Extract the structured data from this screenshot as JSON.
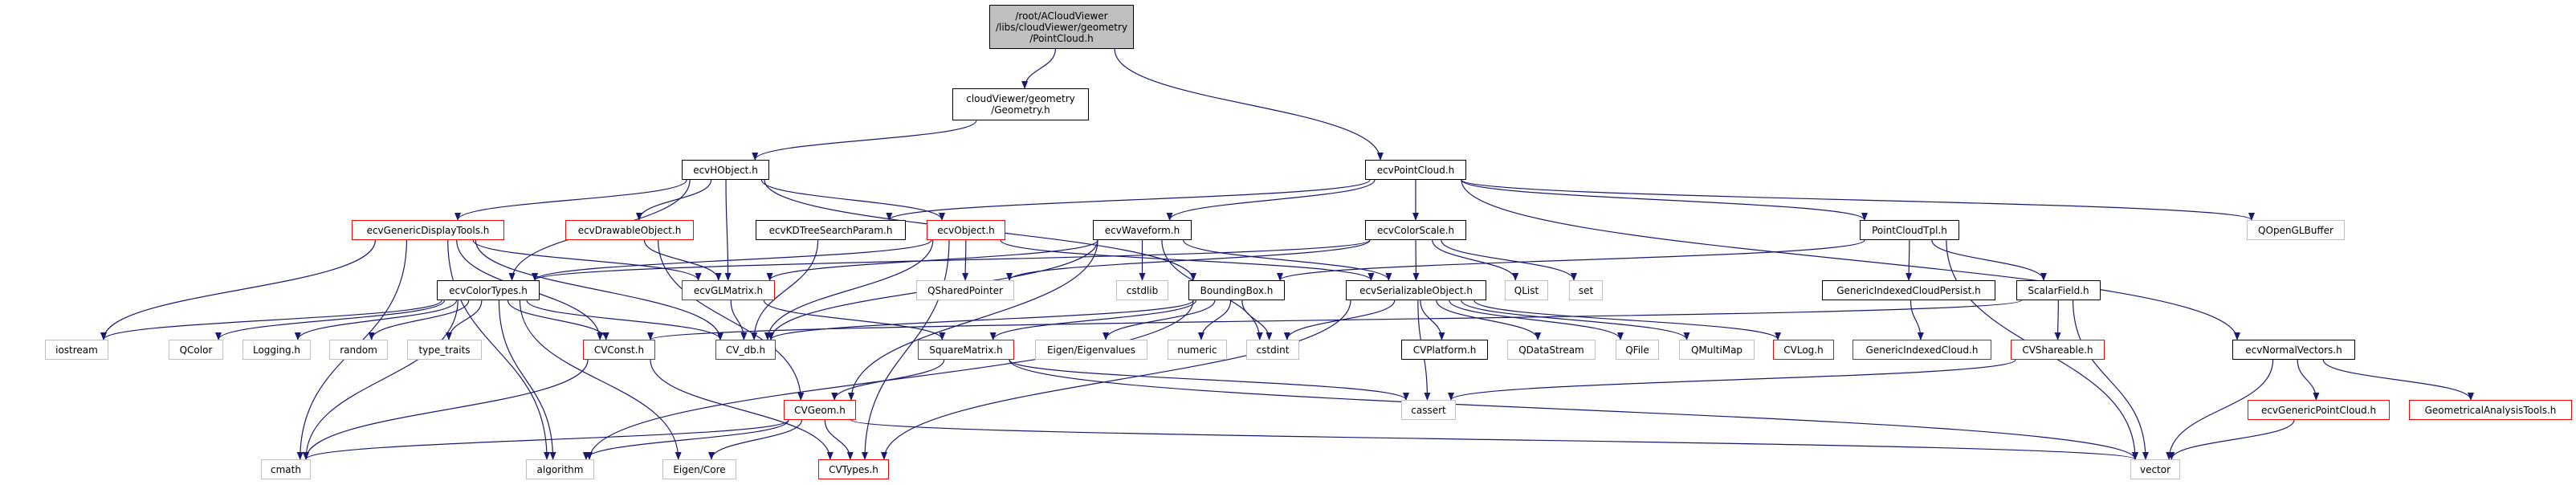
{
  "graph": {
    "edge_color": "#191970",
    "nodes": [
      {
        "id": "root",
        "label": "/root/ACloudViewer\n/libs/cloudViewer/geometry\n/PointCloud.h",
        "style": "root"
      },
      {
        "id": "geometry",
        "label": "cloudViewer/geometry\n/Geometry.h",
        "style": "black"
      },
      {
        "id": "hobject",
        "label": "ecvHObject.h",
        "style": "black"
      },
      {
        "id": "pointcloud",
        "label": "ecvPointCloud.h",
        "style": "black"
      },
      {
        "id": "gdt",
        "label": "ecvGenericDisplayTools.h",
        "style": "red"
      },
      {
        "id": "drawable",
        "label": "ecvDrawableObject.h",
        "style": "red"
      },
      {
        "id": "kdtree",
        "label": "ecvKDTreeSearchParam.h",
        "style": "black"
      },
      {
        "id": "object",
        "label": "ecvObject.h",
        "style": "red"
      },
      {
        "id": "waveform",
        "label": "ecvWaveform.h",
        "style": "black"
      },
      {
        "id": "colorscale",
        "label": "ecvColorScale.h",
        "style": "black"
      },
      {
        "id": "pctpl",
        "label": "PointCloudTpl.h",
        "style": "black"
      },
      {
        "id": "qoglbuf",
        "label": "QOpenGLBuffer",
        "style": "gray"
      },
      {
        "id": "colortypes",
        "label": "ecvColorTypes.h",
        "style": "black"
      },
      {
        "id": "glmatrix",
        "label": "ecvGLMatrix.h",
        "style": "red"
      },
      {
        "id": "qsharedptr",
        "label": "QSharedPointer",
        "style": "gray"
      },
      {
        "id": "cstdlib",
        "label": "cstdlib",
        "style": "gray"
      },
      {
        "id": "bbox",
        "label": "BoundingBox.h",
        "style": "black"
      },
      {
        "id": "serial",
        "label": "ecvSerializableObject.h",
        "style": "black"
      },
      {
        "id": "qlist",
        "label": "QList",
        "style": "gray"
      },
      {
        "id": "set",
        "label": "set",
        "style": "gray"
      },
      {
        "id": "gicp",
        "label": "GenericIndexedCloudPersist.h",
        "style": "black"
      },
      {
        "id": "scalarfield",
        "label": "ScalarField.h",
        "style": "black"
      },
      {
        "id": "iostream",
        "label": "iostream",
        "style": "gray"
      },
      {
        "id": "qcolor",
        "label": "QColor",
        "style": "gray"
      },
      {
        "id": "logging",
        "label": "Logging.h",
        "style": "gray"
      },
      {
        "id": "random",
        "label": "random",
        "style": "gray"
      },
      {
        "id": "typetraits",
        "label": "type_traits",
        "style": "gray"
      },
      {
        "id": "cvconst",
        "label": "CVConst.h",
        "style": "red"
      },
      {
        "id": "cvdb",
        "label": "CV_db.h",
        "style": "red"
      },
      {
        "id": "squarematrix",
        "label": "SquareMatrix.h",
        "style": "red"
      },
      {
        "id": "eigenvalues",
        "label": "Eigen/Eigenvalues",
        "style": "gray"
      },
      {
        "id": "numeric",
        "label": "numeric",
        "style": "gray"
      },
      {
        "id": "cstdint",
        "label": "cstdint",
        "style": "gray"
      },
      {
        "id": "cvplatform",
        "label": "CVPlatform.h",
        "style": "black"
      },
      {
        "id": "qdatastream",
        "label": "QDataStream",
        "style": "gray"
      },
      {
        "id": "qfile",
        "label": "QFile",
        "style": "gray"
      },
      {
        "id": "qmultimap",
        "label": "QMultiMap",
        "style": "gray"
      },
      {
        "id": "cvlog",
        "label": "CVLog.h",
        "style": "red"
      },
      {
        "id": "gic",
        "label": "GenericIndexedCloud.h",
        "style": "red"
      },
      {
        "id": "cvshareable",
        "label": "CVShareable.h",
        "style": "red"
      },
      {
        "id": "normalvectors",
        "label": "ecvNormalVectors.h",
        "style": "black"
      },
      {
        "id": "cvgeom",
        "label": "CVGeom.h",
        "style": "red"
      },
      {
        "id": "cassert",
        "label": "cassert",
        "style": "gray"
      },
      {
        "id": "genericpc",
        "label": "ecvGenericPointCloud.h",
        "style": "red"
      },
      {
        "id": "geoanalysis",
        "label": "GeometricalAnalysisTools.h",
        "style": "red"
      },
      {
        "id": "cmath",
        "label": "cmath",
        "style": "gray"
      },
      {
        "id": "algorithm",
        "label": "algorithm",
        "style": "gray"
      },
      {
        "id": "eigencore",
        "label": "Eigen/Core",
        "style": "gray"
      },
      {
        "id": "cvtypes",
        "label": "CVTypes.h",
        "style": "red"
      },
      {
        "id": "vector",
        "label": "vector",
        "style": "gray"
      }
    ],
    "edges": [
      [
        "root",
        "geometry"
      ],
      [
        "root",
        "pointcloud"
      ],
      [
        "geometry",
        "hobject"
      ],
      [
        "hobject",
        "gdt"
      ],
      [
        "hobject",
        "drawable"
      ],
      [
        "hobject",
        "glmatrix"
      ],
      [
        "hobject",
        "colortypes"
      ],
      [
        "hobject",
        "object"
      ],
      [
        "hobject",
        "bbox"
      ],
      [
        "pointcloud",
        "kdtree"
      ],
      [
        "pointcloud",
        "waveform"
      ],
      [
        "pointcloud",
        "colorscale"
      ],
      [
        "pointcloud",
        "pctpl"
      ],
      [
        "pointcloud",
        "qoglbuf"
      ],
      [
        "pointcloud",
        "normalvectors"
      ],
      [
        "gdt",
        "iostream"
      ],
      [
        "gdt",
        "cmath"
      ],
      [
        "gdt",
        "algorithm"
      ],
      [
        "gdt",
        "glmatrix"
      ],
      [
        "gdt",
        "cvconst"
      ],
      [
        "gdt",
        "cvdb"
      ],
      [
        "drawable",
        "glmatrix"
      ],
      [
        "drawable",
        "cvgeom"
      ],
      [
        "kdtree",
        "cvdb"
      ],
      [
        "object",
        "qsharedptr"
      ],
      [
        "object",
        "cvdb"
      ],
      [
        "object",
        "cvtypes"
      ],
      [
        "object",
        "serial"
      ],
      [
        "object",
        "colortypes"
      ],
      [
        "waveform",
        "cstdlib"
      ],
      [
        "waveform",
        "serial"
      ],
      [
        "waveform",
        "cstdint"
      ],
      [
        "waveform",
        "cvdb"
      ],
      [
        "waveform",
        "cvgeom"
      ],
      [
        "waveform",
        "glmatrix"
      ],
      [
        "colorscale",
        "serial"
      ],
      [
        "colorscale",
        "qlist"
      ],
      [
        "colorscale",
        "set"
      ],
      [
        "colorscale",
        "qsharedptr"
      ],
      [
        "colorscale",
        "colortypes"
      ],
      [
        "colortypes",
        "iostream"
      ],
      [
        "colortypes",
        "qcolor"
      ],
      [
        "colortypes",
        "logging"
      ],
      [
        "colortypes",
        "random"
      ],
      [
        "colortypes",
        "typetraits"
      ],
      [
        "colortypes",
        "cmath"
      ],
      [
        "colortypes",
        "algorithm"
      ],
      [
        "colortypes",
        "eigencore"
      ],
      [
        "colortypes",
        "cvconst"
      ],
      [
        "colortypes",
        "cvdb"
      ],
      [
        "glmatrix",
        "cvdb"
      ],
      [
        "glmatrix",
        "squarematrix"
      ],
      [
        "cvconst",
        "cmath"
      ],
      [
        "cvconst",
        "cvtypes"
      ],
      [
        "bbox",
        "cvdb"
      ],
      [
        "bbox",
        "squarematrix"
      ],
      [
        "bbox",
        "eigenvalues"
      ],
      [
        "bbox",
        "numeric"
      ],
      [
        "bbox",
        "cstdint"
      ],
      [
        "bbox",
        "algorithm"
      ],
      [
        "serial",
        "cstdint"
      ],
      [
        "serial",
        "cvtypes"
      ],
      [
        "serial",
        "cassert"
      ],
      [
        "serial",
        "cvplatform"
      ],
      [
        "serial",
        "qdatastream"
      ],
      [
        "serial",
        "qfile"
      ],
      [
        "serial",
        "qmultimap"
      ],
      [
        "serial",
        "cvlog"
      ],
      [
        "squarematrix",
        "cvgeom"
      ],
      [
        "squarematrix",
        "cassert"
      ],
      [
        "squarematrix",
        "vector"
      ],
      [
        "cvgeom",
        "cmath"
      ],
      [
        "cvgeom",
        "algorithm"
      ],
      [
        "cvgeom",
        "eigencore"
      ],
      [
        "cvgeom",
        "cvtypes"
      ],
      [
        "cvgeom",
        "vector"
      ],
      [
        "pctpl",
        "bbox"
      ],
      [
        "pctpl",
        "gicp"
      ],
      [
        "pctpl",
        "scalarfield"
      ],
      [
        "pctpl",
        "vector"
      ],
      [
        "gicp",
        "gic"
      ],
      [
        "scalarfield",
        "cvshareable"
      ],
      [
        "scalarfield",
        "vector"
      ],
      [
        "scalarfield",
        "cvconst"
      ],
      [
        "cvshareable",
        "cassert"
      ],
      [
        "normalvectors",
        "vector"
      ],
      [
        "normalvectors",
        "genericpc"
      ],
      [
        "normalvectors",
        "geoanalysis"
      ],
      [
        "genericpc",
        "vector"
      ]
    ]
  }
}
